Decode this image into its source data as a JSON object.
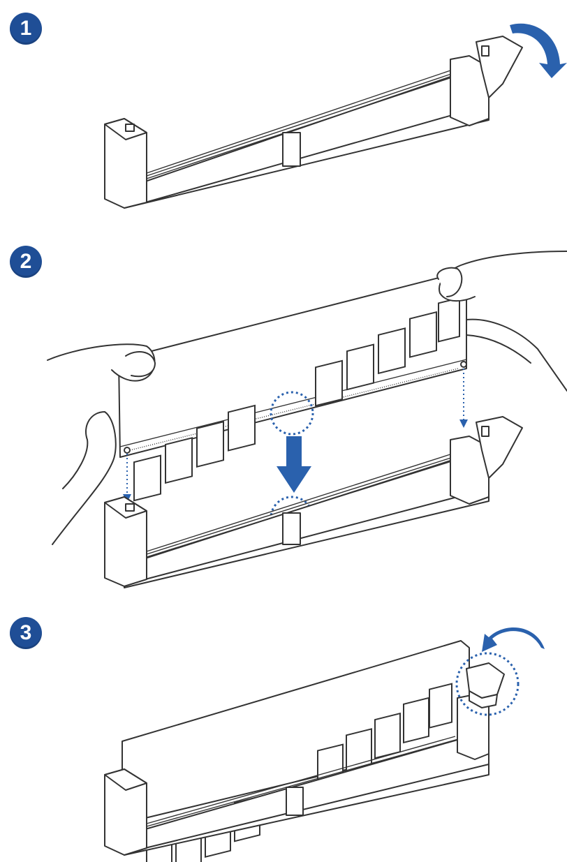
{
  "steps": [
    {
      "number": "1"
    },
    {
      "number": "2"
    },
    {
      "number": "3"
    }
  ],
  "colors": {
    "accent": "#2a61ad",
    "badge": "#1f4e96",
    "outline": "#333333"
  },
  "icons": [
    "rotate-arrow-icon",
    "down-arrow-icon",
    "alignment-circle-icon"
  ]
}
